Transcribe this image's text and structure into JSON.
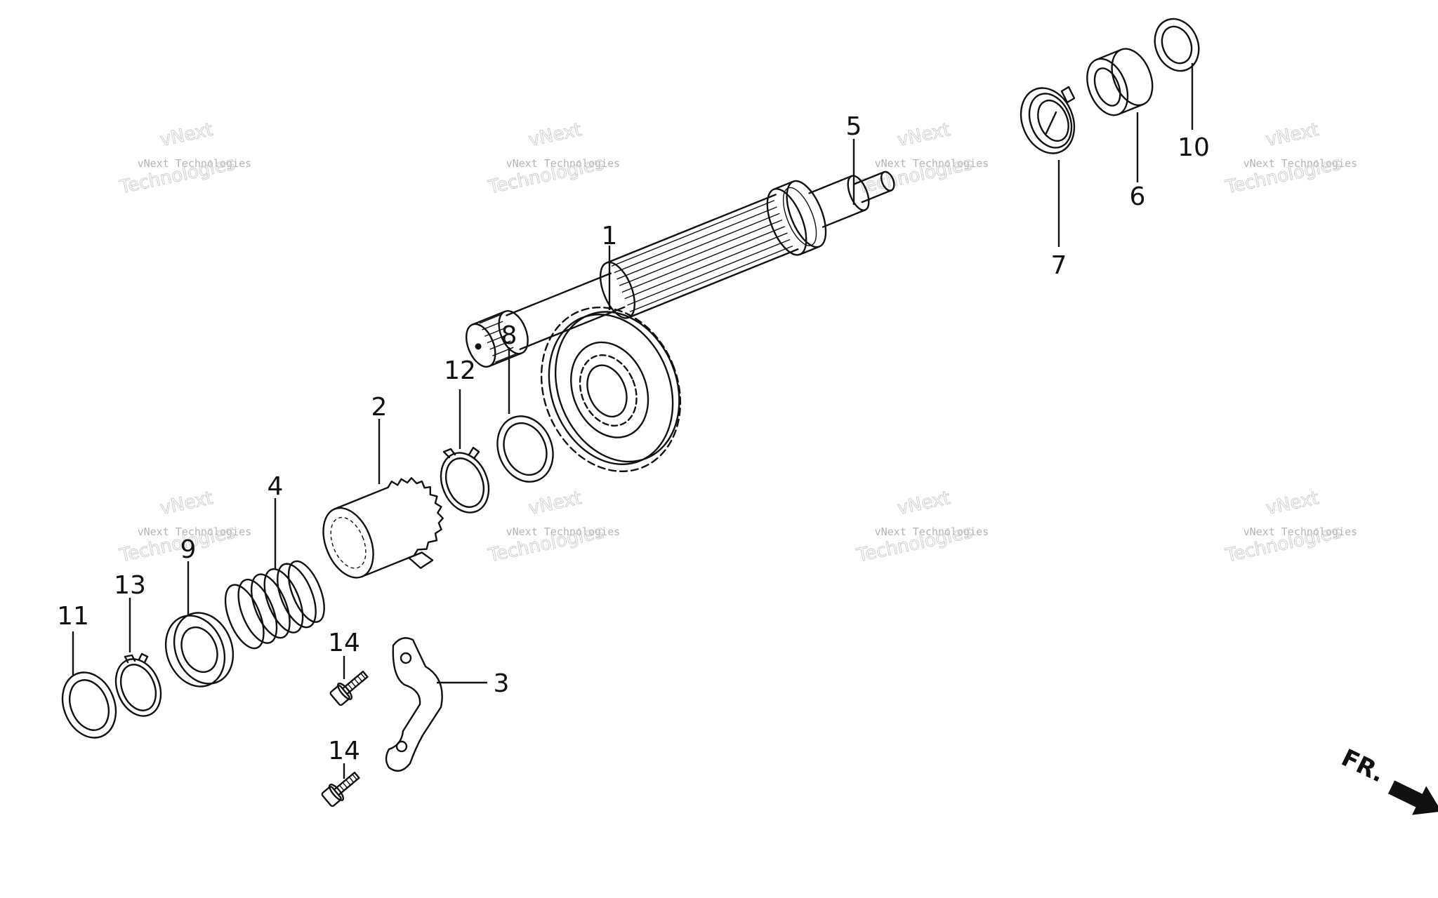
{
  "diagram": {
    "part_labels": [
      {
        "id": "part-1",
        "text": "1"
      },
      {
        "id": "part-2",
        "text": "2"
      },
      {
        "id": "part-3",
        "text": "3"
      },
      {
        "id": "part-4",
        "text": "4"
      },
      {
        "id": "part-5",
        "text": "5"
      },
      {
        "id": "part-6",
        "text": "6"
      },
      {
        "id": "part-7",
        "text": "7"
      },
      {
        "id": "part-8",
        "text": "8"
      },
      {
        "id": "part-9",
        "text": "9"
      },
      {
        "id": "part-10",
        "text": "10"
      },
      {
        "id": "part-11",
        "text": "11"
      },
      {
        "id": "part-12",
        "text": "12"
      },
      {
        "id": "part-13",
        "text": "13"
      },
      {
        "id": "part-14a",
        "text": "14"
      },
      {
        "id": "part-14b",
        "text": "14"
      }
    ],
    "direction_label": "FR.",
    "watermark": {
      "top_line": "vNext",
      "middle_line": "vNext Technologies",
      "bottom_line": "Technologies"
    }
  }
}
